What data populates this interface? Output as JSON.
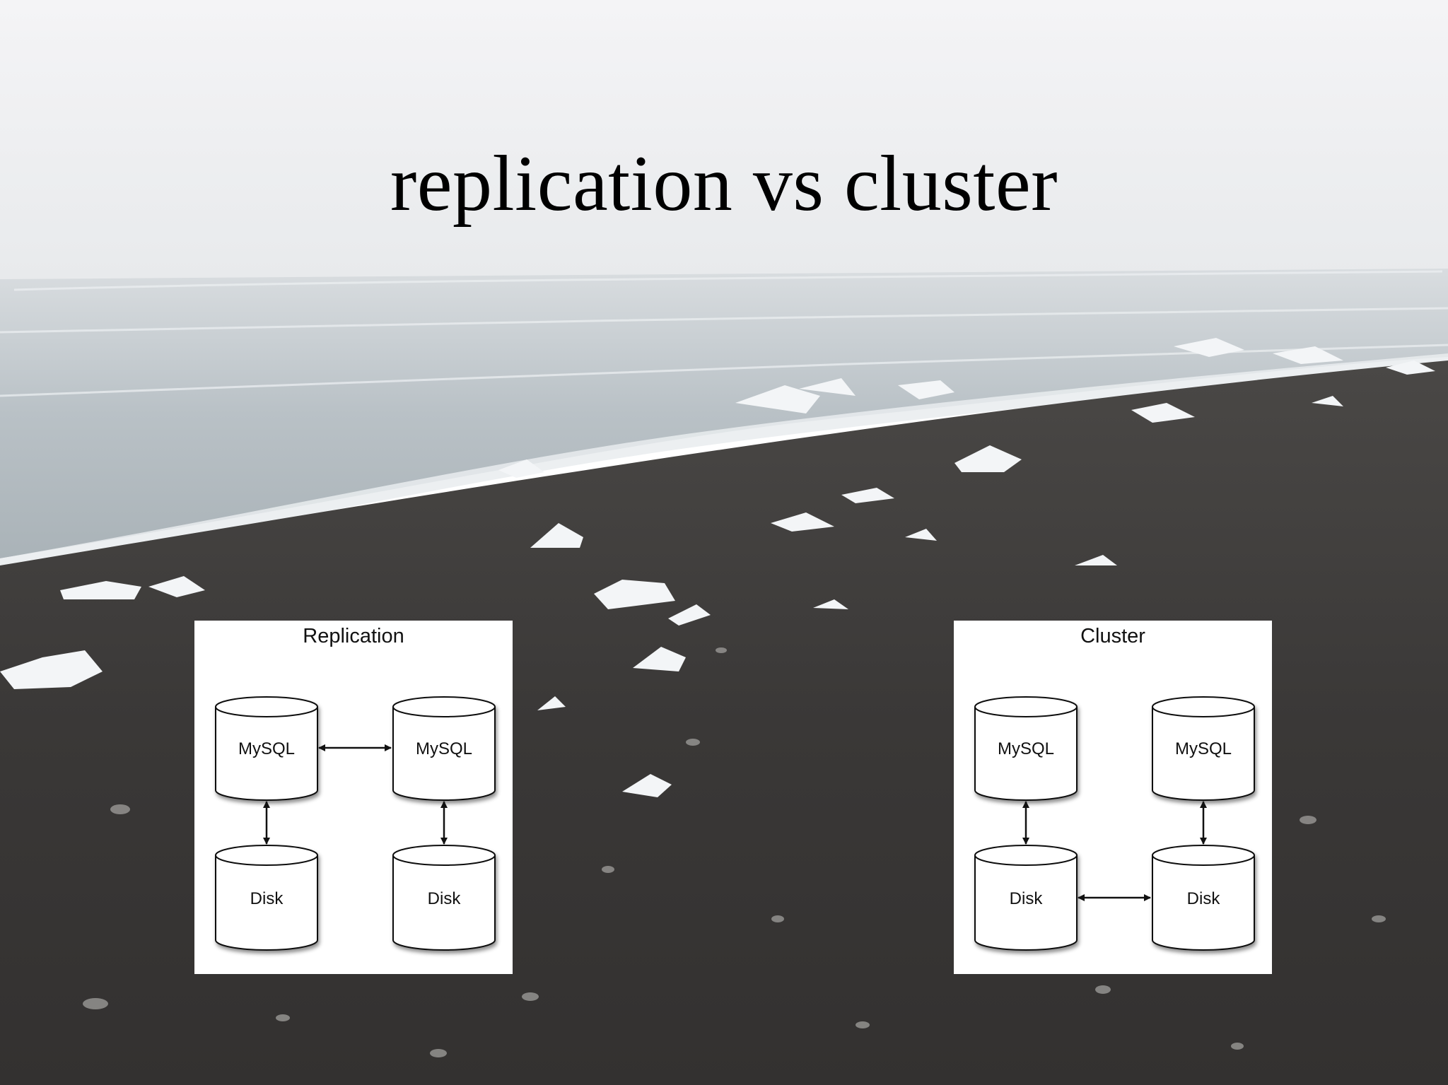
{
  "slide": {
    "title": "replication vs cluster"
  },
  "diagrams": [
    {
      "title": "Replication",
      "nodes": [
        {
          "id": "mysql-1",
          "label": "MySQL"
        },
        {
          "id": "mysql-2",
          "label": "MySQL"
        },
        {
          "id": "disk-1",
          "label": "Disk"
        },
        {
          "id": "disk-2",
          "label": "Disk"
        }
      ],
      "edges": [
        {
          "from": "mysql-1",
          "to": "mysql-2",
          "direction": "both"
        },
        {
          "from": "mysql-1",
          "to": "disk-1",
          "direction": "both"
        },
        {
          "from": "mysql-2",
          "to": "disk-2",
          "direction": "both"
        }
      ]
    },
    {
      "title": "Cluster",
      "nodes": [
        {
          "id": "mysql-1",
          "label": "MySQL"
        },
        {
          "id": "mysql-2",
          "label": "MySQL"
        },
        {
          "id": "disk-1",
          "label": "Disk"
        },
        {
          "id": "disk-2",
          "label": "Disk"
        }
      ],
      "edges": [
        {
          "from": "mysql-1",
          "to": "disk-1",
          "direction": "both"
        },
        {
          "from": "mysql-2",
          "to": "disk-2",
          "direction": "both"
        },
        {
          "from": "disk-1",
          "to": "disk-2",
          "direction": "both"
        }
      ]
    }
  ],
  "background": {
    "description_colors": {
      "sky": "#f0f0f2",
      "sea": "#c3cacf",
      "sand": "#3a3837",
      "ice": "#f2f4f6"
    }
  }
}
